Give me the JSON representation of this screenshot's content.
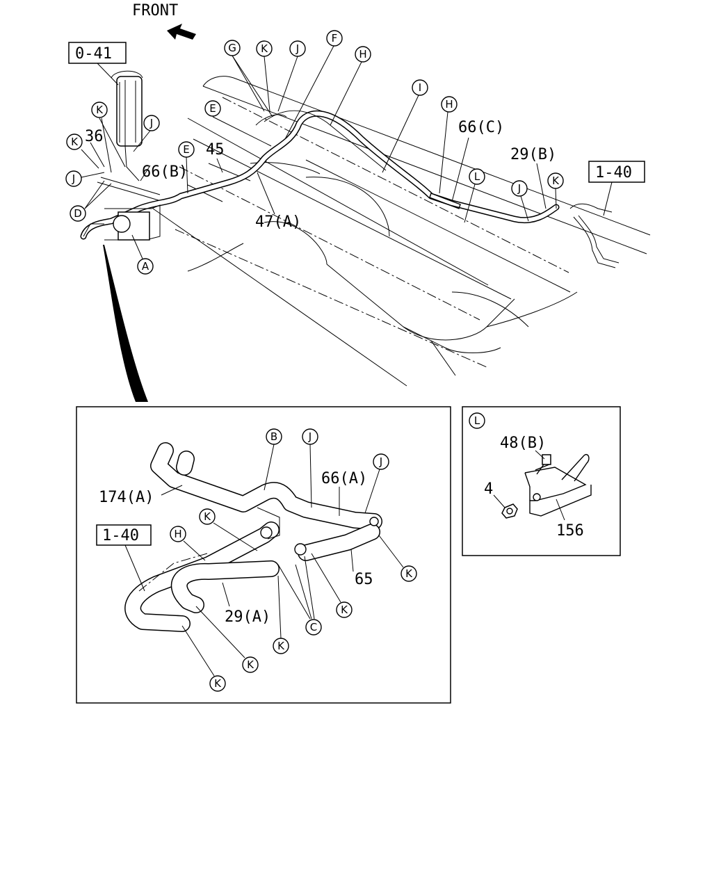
{
  "header": {
    "front_label": "FRONT"
  },
  "references": {
    "ref_0_41": "0-41",
    "ref_1_40_top": "1-40",
    "ref_1_40_detail": "1-40"
  },
  "part_numbers": {
    "p36": "36",
    "p66b": "66(B)",
    "p45": "45",
    "p47a": "47(A)",
    "p66c": "66(C)",
    "p29b": "29(B)",
    "p174a": "174(A)",
    "p66a": "66(A)",
    "p65": "65",
    "p29a": "29(A)",
    "p48b": "48(B)",
    "p4": "4",
    "p156": "156"
  },
  "callouts": {
    "A": "A",
    "B": "B",
    "C": "C",
    "D": "D",
    "E": "E",
    "F": "F",
    "G": "G",
    "H": "H",
    "I": "I",
    "J": "J",
    "K": "K",
    "L": "L"
  }
}
